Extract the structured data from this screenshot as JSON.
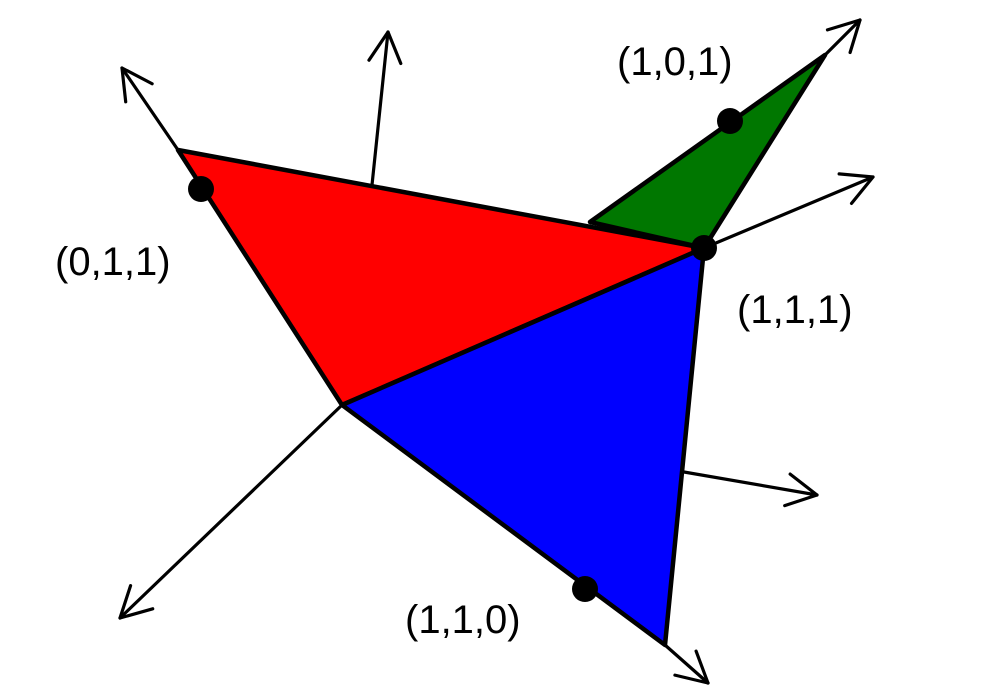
{
  "points": [
    {
      "id": "p011",
      "label": "(0,1,1)"
    },
    {
      "id": "p101",
      "label": "(1,0,1)"
    },
    {
      "id": "p111",
      "label": "(1,1,1)"
    },
    {
      "id": "p110",
      "label": "(1,1,0)"
    }
  ],
  "faces": {
    "red": {
      "color": "#ff0000"
    },
    "green": {
      "color": "#007700"
    },
    "blue": {
      "color": "#0000ff"
    }
  }
}
